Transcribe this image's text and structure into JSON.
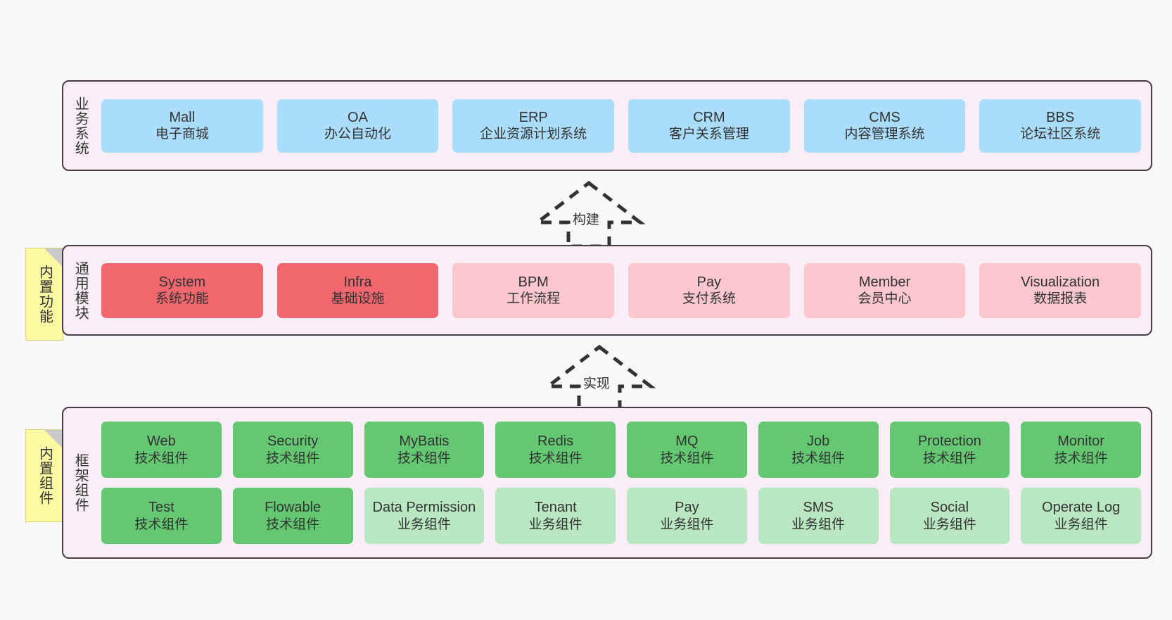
{
  "diagram": {
    "background": "#f8f8f8",
    "layers": [
      {
        "id": "business",
        "title": "业务系统",
        "band_color": "#faeef6",
        "rows": [
          {
            "nodes": [
              {
                "en": "Mall",
                "cn": "电子商城",
                "color": "#aadcfb"
              },
              {
                "en": "OA",
                "cn": "办公自动化",
                "color": "#aadcfb"
              },
              {
                "en": "ERP",
                "cn": "企业资源计划系统",
                "color": "#aadcfb"
              },
              {
                "en": "CRM",
                "cn": "客户关系管理",
                "color": "#aadcfb"
              },
              {
                "en": "CMS",
                "cn": "内容管理系统",
                "color": "#aadcfb"
              },
              {
                "en": "BBS",
                "cn": "论坛社区系统",
                "color": "#aadcfb"
              }
            ]
          }
        ]
      },
      {
        "id": "modules",
        "title": "通用模块",
        "band_color": "#faeef6",
        "rows": [
          {
            "nodes": [
              {
                "en": "System",
                "cn": "系统功能",
                "color": "#f2666d"
              },
              {
                "en": "Infra",
                "cn": "基础设施",
                "color": "#f2666d"
              },
              {
                "en": "BPM",
                "cn": "工作流程",
                "color": "#fbc7cf"
              },
              {
                "en": "Pay",
                "cn": "支付系统",
                "color": "#fbc7cf"
              },
              {
                "en": "Member",
                "cn": "会员中心",
                "color": "#fbc7cf"
              },
              {
                "en": "Visualization",
                "cn": "数据报表",
                "color": "#fbc7cf"
              }
            ]
          }
        ]
      },
      {
        "id": "framework",
        "title": "框架组件",
        "band_color": "#faeef6",
        "rows": [
          {
            "nodes": [
              {
                "en": "Web",
                "cn": "技术组件",
                "color": "#63c871"
              },
              {
                "en": "Security",
                "cn": "技术组件",
                "color": "#63c871"
              },
              {
                "en": "MyBatis",
                "cn": "技术组件",
                "color": "#63c871"
              },
              {
                "en": "Redis",
                "cn": "技术组件",
                "color": "#63c871"
              },
              {
                "en": "MQ",
                "cn": "技术组件",
                "color": "#63c871"
              },
              {
                "en": "Job",
                "cn": "技术组件",
                "color": "#63c871"
              },
              {
                "en": "Protection",
                "cn": "技术组件",
                "color": "#63c871"
              },
              {
                "en": "Monitor",
                "cn": "技术组件",
                "color": "#63c871"
              }
            ]
          },
          {
            "nodes": [
              {
                "en": "Test",
                "cn": "技术组件",
                "color": "#63c871"
              },
              {
                "en": "Flowable",
                "cn": "技术组件",
                "color": "#63c871"
              },
              {
                "en": "Data Permission",
                "cn": "业务组件",
                "color": "#b9e7c2"
              },
              {
                "en": "Tenant",
                "cn": "业务组件",
                "color": "#b9e7c2"
              },
              {
                "en": "Pay",
                "cn": "业务组件",
                "color": "#b9e7c2"
              },
              {
                "en": "SMS",
                "cn": "业务组件",
                "color": "#b9e7c2"
              },
              {
                "en": "Social",
                "cn": "业务组件",
                "color": "#b9e7c2"
              },
              {
                "en": "Operate Log",
                "cn": "业务组件",
                "color": "#b9e7c2"
              }
            ]
          }
        ]
      }
    ],
    "notes": [
      {
        "id": "builtin-func",
        "text": "内置功能",
        "color": "#fbfaa2"
      },
      {
        "id": "builtin-comp",
        "text": "内置组件",
        "color": "#fbfaa2"
      }
    ],
    "arrows": [
      {
        "id": "build",
        "label": "构建",
        "style": "dashed-generalization",
        "direction": "up"
      },
      {
        "id": "impl",
        "label": "实现",
        "style": "dashed-generalization",
        "direction": "up"
      }
    ]
  }
}
